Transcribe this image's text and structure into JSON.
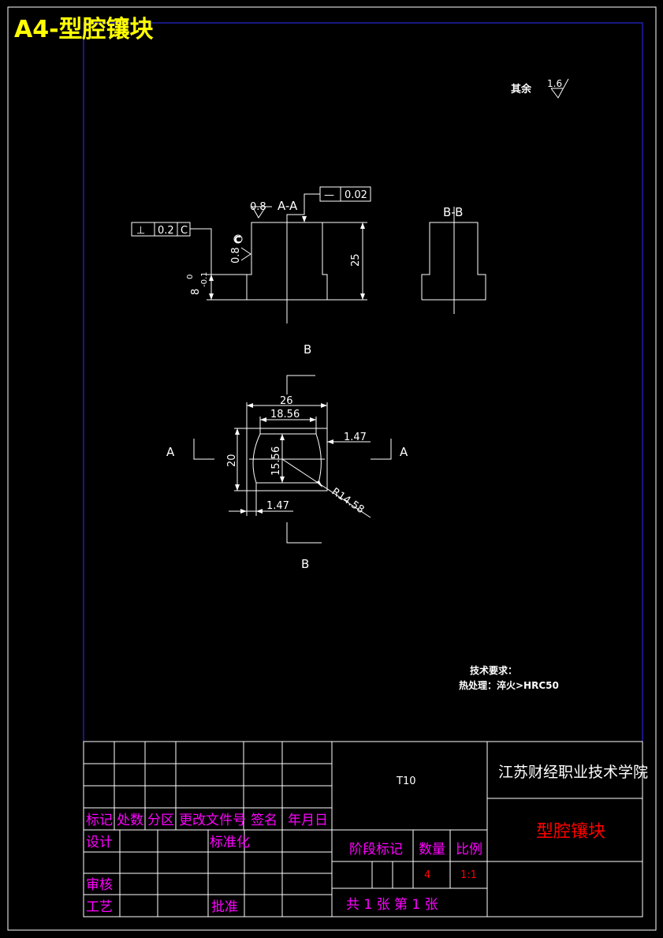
{
  "sheet": {
    "format_title": "A4-型腔镶块",
    "roughness_note": {
      "label": "其余",
      "value": "1.6"
    }
  },
  "colors": {
    "background": "#000000",
    "drawing": "#ffffff",
    "frame": "#0000ff",
    "title_yellow": "#ffff00",
    "table_text": "#ff00ff",
    "part_name": "#ff0000"
  },
  "views": {
    "section_aa": {
      "label": "A-A",
      "flatness_frame": {
        "symbol": "—",
        "tolerance": "0.02"
      },
      "perpendicularity_frame": {
        "symbol": "⊥",
        "tolerance": "0.2",
        "datum": "C"
      },
      "datum_label": "C",
      "roughness_top": "0.8",
      "roughness_side": "0.8",
      "dim_height": "25",
      "dim_step": "8",
      "dim_step_tol_upper": "0",
      "dim_step_tol_lower": "-0.1"
    },
    "section_bb": {
      "label": "B-B"
    },
    "top_view": {
      "section_mark_a": "A",
      "section_mark_b": "B",
      "dim_width": "26",
      "dim_cavity_width": "18.56",
      "dim_height": "20",
      "dim_cavity_height": "15.56",
      "dim_offset_right": "1.47",
      "dim_offset_bottom": "1.47",
      "dim_radius": "R14.58"
    }
  },
  "notes": {
    "heading": "技术要求：",
    "line1": "热处理：淬火>HRC50"
  },
  "title_block": {
    "headers": [
      "标记",
      "处数",
      "分区",
      "更改文件号",
      "签名",
      "年月日"
    ],
    "design": "设计",
    "standardization": "标准化",
    "review": "审核",
    "process": "工艺",
    "approve": "批准",
    "material": "T10",
    "stage_mark": "阶段标记",
    "quantity_label": "数量",
    "scale_label": "比例",
    "quantity": "4",
    "scale": "1:1",
    "sheets": "共 1 张 第 1 张",
    "school": "江苏财经职业技术学院",
    "part_name": "型腔镶块"
  }
}
